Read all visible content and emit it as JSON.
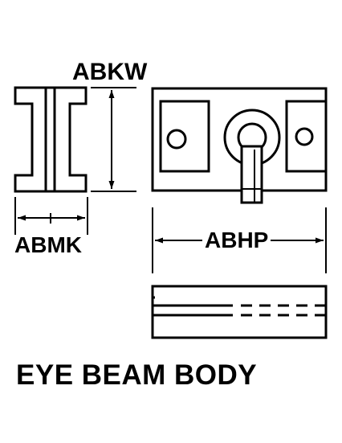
{
  "title": "EYE BEAM BODY",
  "dimensions": {
    "width_label": "ABKW",
    "thickness_label": "ABMK",
    "length_label": "ABHP"
  },
  "colors": {
    "stroke": "#000000",
    "background": "#ffffff"
  }
}
